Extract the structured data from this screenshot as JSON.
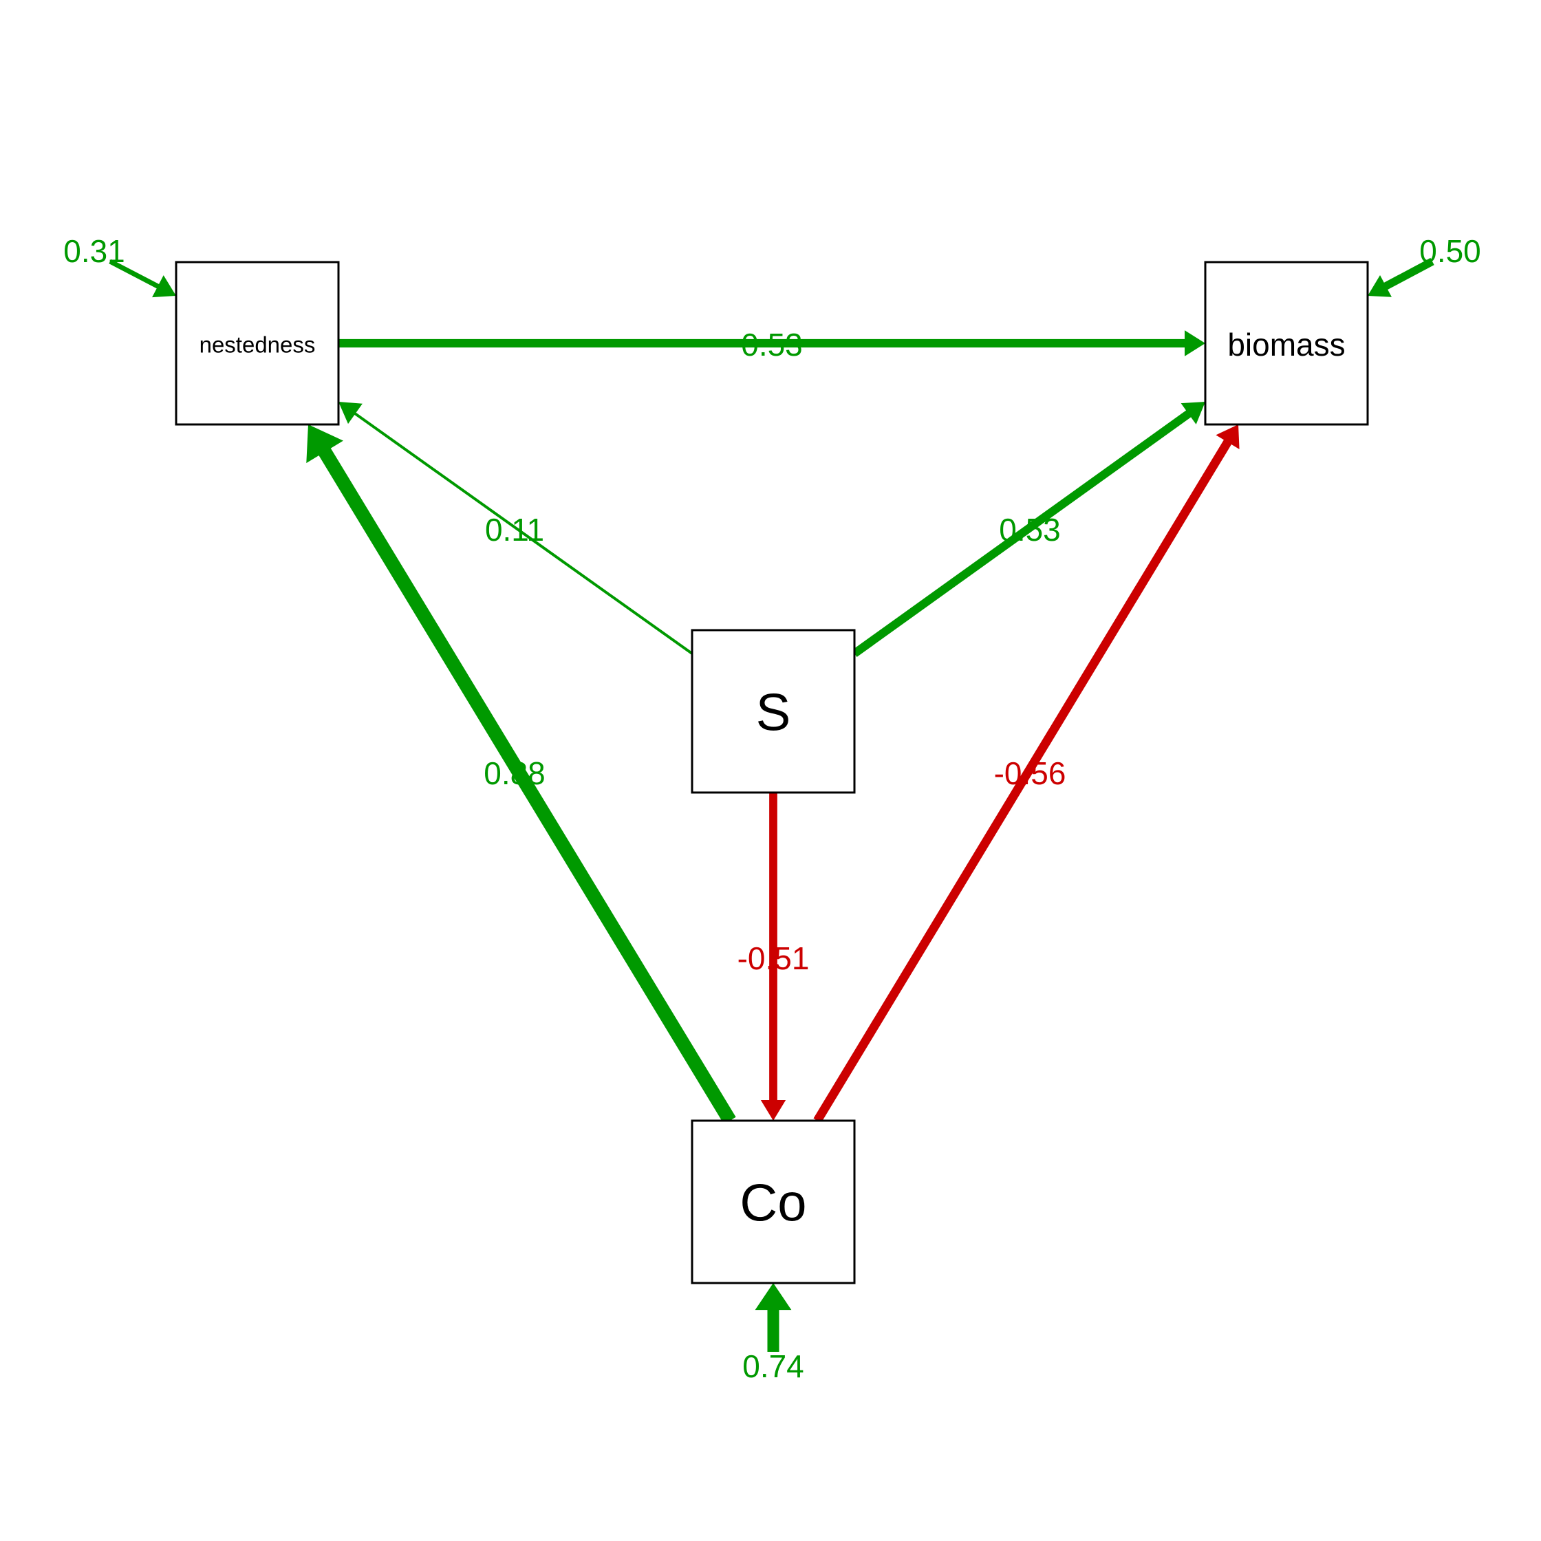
{
  "colors": {
    "positive": "#009900",
    "negative": "#cc0000",
    "node_stroke": "#000000",
    "background": "#ffffff"
  },
  "nodes": {
    "nestedness": {
      "label": "nestedness"
    },
    "biomass": {
      "label": "biomass"
    },
    "s": {
      "label": "S"
    },
    "co": {
      "label": "Co"
    }
  },
  "paths": {
    "nestedness_to_biomass": {
      "from": "nestedness",
      "to": "biomass",
      "coefficient": 0.53,
      "label": "0.53",
      "sign": "positive"
    },
    "s_to_nestedness": {
      "from": "S",
      "to": "nestedness",
      "coefficient": 0.11,
      "label": "0.11",
      "sign": "positive"
    },
    "s_to_biomass": {
      "from": "S",
      "to": "biomass",
      "coefficient": 0.53,
      "label": "0.53",
      "sign": "positive"
    },
    "co_to_nestedness": {
      "from": "Co",
      "to": "nestedness",
      "coefficient": 0.88,
      "label": "0.88",
      "sign": "positive"
    },
    "s_to_co": {
      "from": "S",
      "to": "Co",
      "coefficient": -0.51,
      "label": "-0.51",
      "sign": "negative"
    },
    "co_to_biomass": {
      "from": "Co",
      "to": "biomass",
      "coefficient": -0.56,
      "label": "-0.56",
      "sign": "negative"
    }
  },
  "residuals": {
    "nestedness": {
      "value": 0.31,
      "label": "0.31"
    },
    "biomass": {
      "value": 0.5,
      "label": "0.50"
    },
    "co": {
      "value": 0.74,
      "label": "0.74"
    }
  }
}
